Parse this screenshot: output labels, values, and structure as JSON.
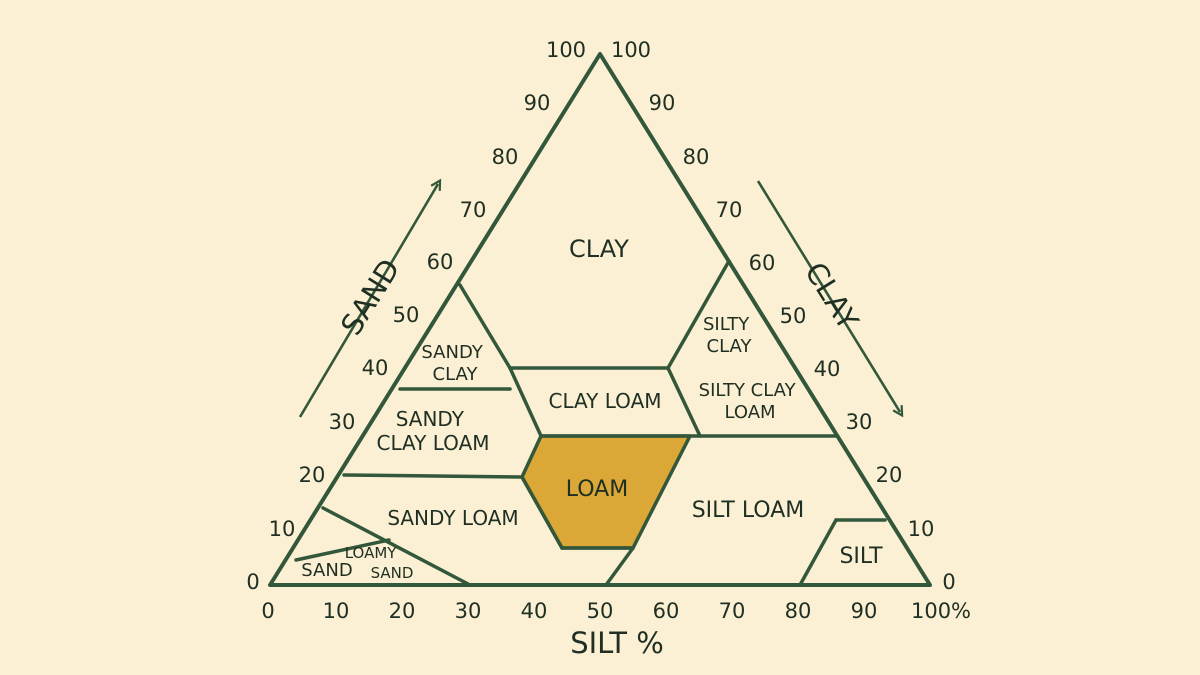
{
  "colors": {
    "background": "#fbf0d3",
    "line": "#33573a",
    "text": "#1f2f23",
    "loam_fill": "#dba737"
  },
  "axes": {
    "left_title": "SAND",
    "right_title": "CLAY",
    "bottom_title": "SILT %",
    "left_ticks": [
      "0",
      "10",
      "20",
      "30",
      "40",
      "50",
      "60",
      "70",
      "80",
      "90",
      "100"
    ],
    "right_ticks": [
      "0",
      "10",
      "20",
      "30",
      "40",
      "50",
      "60",
      "70",
      "80",
      "90",
      "100"
    ],
    "bottom_ticks": [
      "0",
      "10",
      "20",
      "30",
      "40",
      "50",
      "60",
      "70",
      "80",
      "90",
      "100%"
    ]
  },
  "regions": {
    "clay": [
      "CLAY"
    ],
    "sandy_clay": [
      "SANDY",
      "CLAY"
    ],
    "silty_clay": [
      "SILTY",
      "CLAY"
    ],
    "clay_loam": [
      "CLAY LOAM"
    ],
    "silty_clay_loam": [
      "SILTY CLAY",
      "LOAM"
    ],
    "sandy_clay_loam": [
      "SANDY",
      "CLAY LOAM"
    ],
    "loam": [
      "LOAM"
    ],
    "sandy_loam": [
      "SANDY LOAM"
    ],
    "silt_loam": [
      "SILT LOAM"
    ],
    "silt": [
      "SILT"
    ],
    "loamy_sand": [
      "LOAMY",
      "SAND"
    ],
    "sand": [
      "SAND"
    ]
  },
  "highlighted_region": "loam"
}
